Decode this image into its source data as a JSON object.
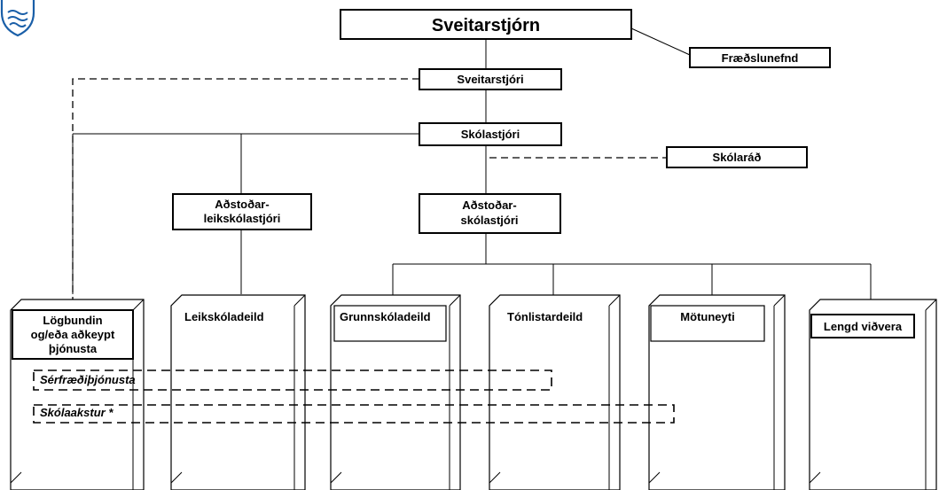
{
  "diagram": {
    "top": {
      "sveitarstjorn": "Sveitarstjórn",
      "fraedslunefnd": "Fræðslunefnd",
      "sveitarstjori": "Sveitarstjóri",
      "skolastjori": "Skólastjóri",
      "skolarad": "Skólaráð"
    },
    "assistants": {
      "leik_line1": "Aðstoðar-",
      "leik_line2": "leikskólastjóri",
      "skola_line1": "Aðstoðar-",
      "skola_line2": "skólastjóri"
    },
    "departments": {
      "logbundin_line1": "Lögbundin",
      "logbundin_line2": "og/eða aðkeypt",
      "logbundin_line3": "þjónusta",
      "leikskoladeild": "Leikskóladeild",
      "grunnskoladeild": "Grunnskóladeild",
      "tonlistardeild": "Tónlistardeild",
      "motuneyti": "Mötuneyti",
      "lengd_vidvera": "Lengd viðvera"
    },
    "services": {
      "serfraedi": "Sérfræðiþjónusta",
      "skolaakstur": "Skólaakstur *"
    }
  },
  "logo": {
    "name": "shield-logo-icon"
  }
}
